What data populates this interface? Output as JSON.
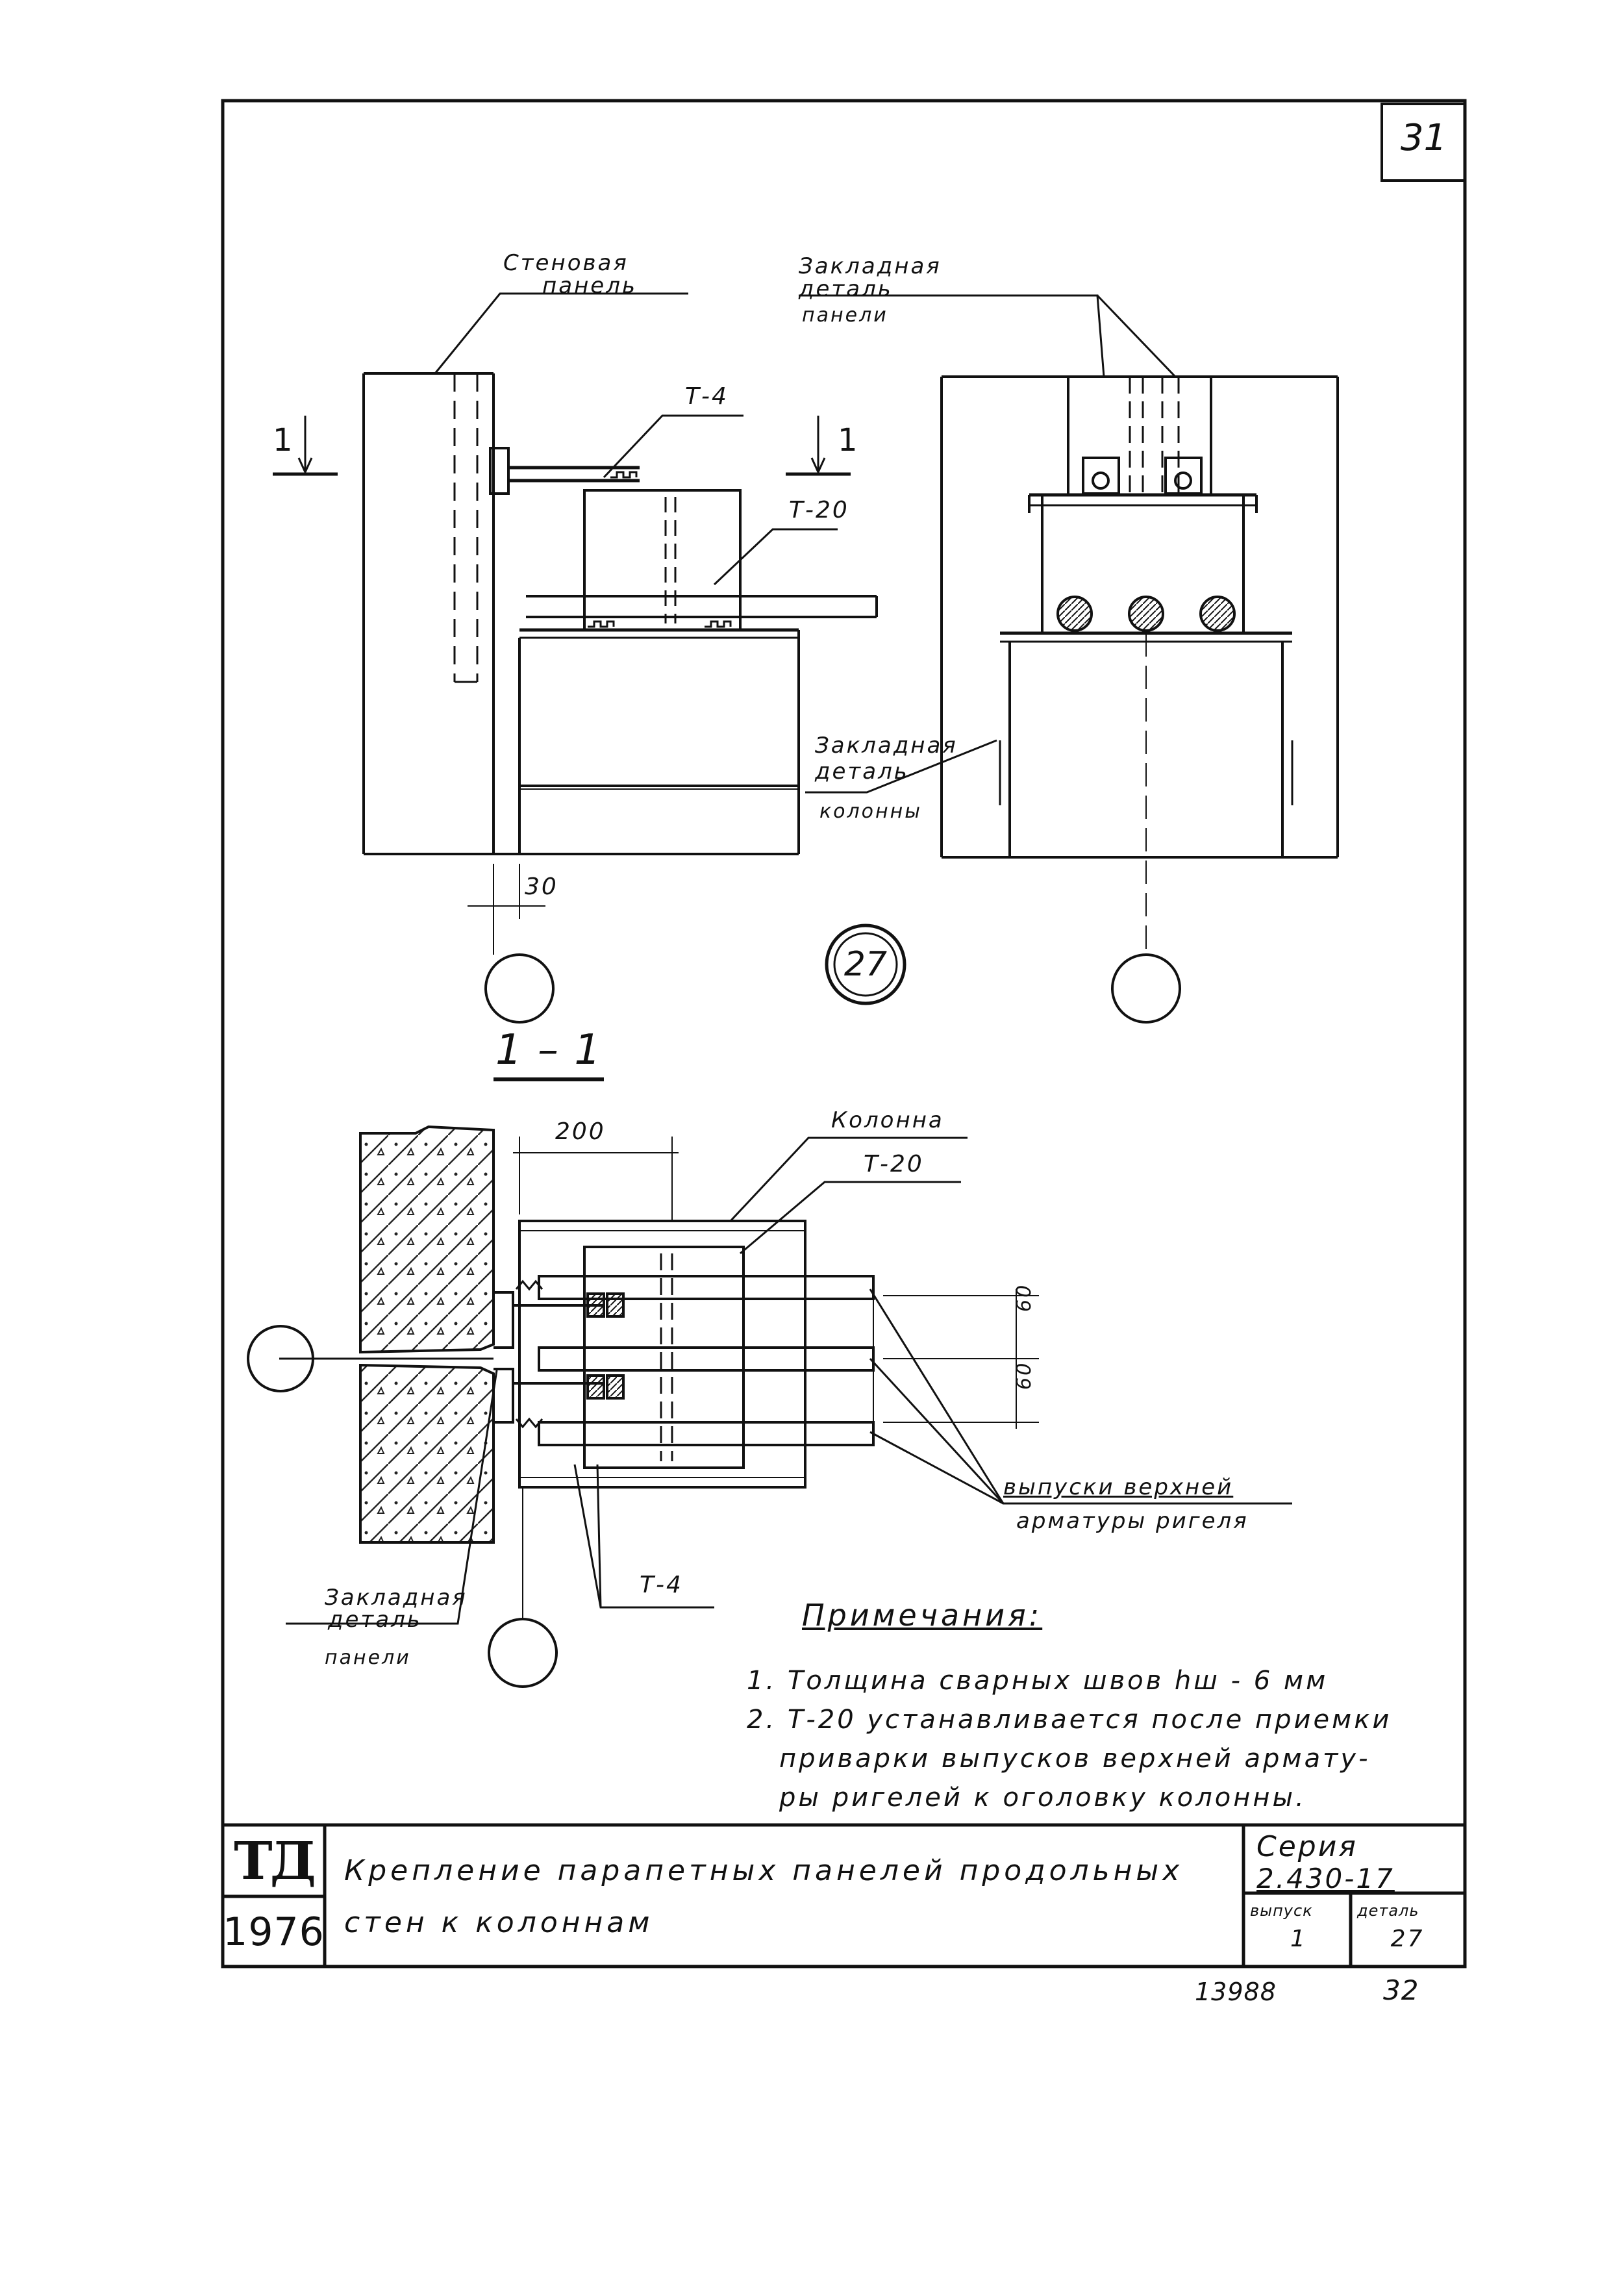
{
  "sheet_number": "31",
  "detail_marker": "27",
  "callouts_elevation": {
    "wall_panel": [
      "Стеновая",
      "панель"
    ],
    "panel_embedded_part": [
      "Закладная",
      "деталь",
      "панели"
    ],
    "column_embedded_part": [
      "Закладная",
      "деталь",
      "колонны"
    ],
    "t4": "Т-4",
    "t20": "Т-20",
    "section_mark": "1",
    "dim_30": "30"
  },
  "section": {
    "title": "1 – 1",
    "dim_200": "200",
    "dim_60a": "60",
    "dim_60b": "60",
    "column": "Колонна",
    "t20": "Т-20",
    "t4": "Т-4",
    "rebar_outlets": [
      "выпуски верхней",
      "арматуры ригеля"
    ],
    "panel_embedded_part": [
      "Закладная",
      "деталь",
      "панели"
    ]
  },
  "notes": {
    "title": "Примечания:",
    "lines": [
      "1. Толщина сварных швов hш - 6 мм",
      "2. Т-20 устанавливается после приемки",
      "приварки выпусков верхней армату-",
      "ры ригелей к оголовку колонны."
    ]
  },
  "title_block": {
    "org": "ТД",
    "year": "1976",
    "title_line1": "Крепление парапетных панелей продольных",
    "title_line2": "стен  к  колоннам",
    "series_label": "Серия",
    "series_value": "2.430-17",
    "issue_label": "выпуск",
    "issue_value": "1",
    "detail_label": "деталь",
    "detail_value": "27"
  },
  "footer": {
    "inventory_number": "13988",
    "page_number": "32"
  }
}
